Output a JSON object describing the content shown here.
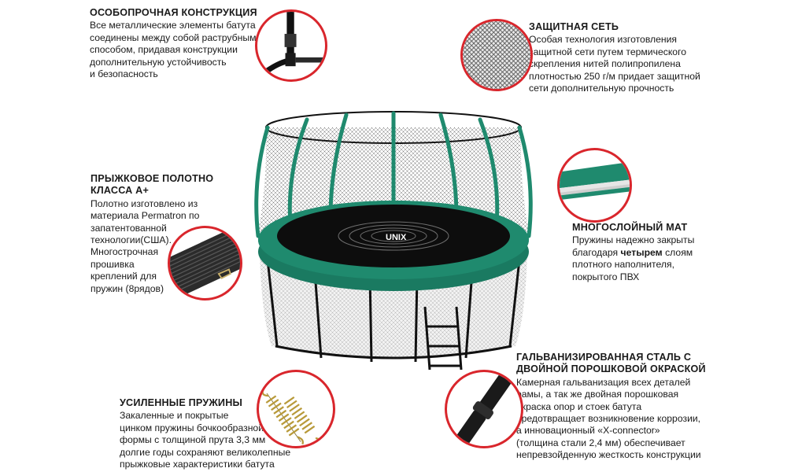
{
  "features": {
    "construction": {
      "title": "ОСОБОПРОЧНАЯ КОНСТРУКЦИЯ",
      "text": "Все металлические элементы батута\nсоединены между собой раструбным\nспособом, придавая конструкции\nдополнительную устойчивость\nи безопасность"
    },
    "net": {
      "title": "ЗАЩИТНАЯ СЕТЬ",
      "text": "Особая технология изготовления\nзащитной сети путем термического\nскрепления нитей полипропилена\nплотностью 250 г/м придает защитной\nсети дополнительную прочность"
    },
    "mat": {
      "title": "ПРЫЖКОВОЕ ПОЛОТНО\nКЛАССА А+",
      "text": "Полотно изготовлено из\nматериала Permatron по\nзапатентованной\nтехнологии(США).\nМногострочная\nпрошивка\nкреплений для\nпружин (8рядов)"
    },
    "pad": {
      "title": "МНОГОСЛОЙНЫЙ МАТ",
      "text_before": "Пружины надежно закрыты\nблагодаря ",
      "text_bold": "четырем",
      "text_after": " слоям\nплотного наполнителя,\nпокрытого ПВХ"
    },
    "steel": {
      "title": "ГАЛЬВАНИЗИРОВАННАЯ СТАЛЬ С\nДВОЙНОЙ ПОРОШКОВОЙ ОКРАСКОЙ",
      "text": "Камерная гальванизация всех деталей\nрамы, а так же двойная порошковая\nокраска опор и стоек батута\nпредотвращает возникновение коррозии,\nа инновационный «X-connector»\n(толщина стали 2,4 мм) обеспечивает\nнепревзойденную жесткость конструкции"
    },
    "springs": {
      "title": "УСИЛЕННЫЕ ПРУЖИНЫ",
      "text": "Закаленные и покрытые\nцинком пружины бочкообразной\nформы с толщиной прута 3,3 мм\nдолгие годы сохраняют великолепные\nпрыжковые характеристики батута"
    }
  },
  "trampoline_logo": "UNIX",
  "colors": {
    "accent_red": "#d9262c",
    "frame_green": "#1f8a6e",
    "net_black": "#111111"
  }
}
